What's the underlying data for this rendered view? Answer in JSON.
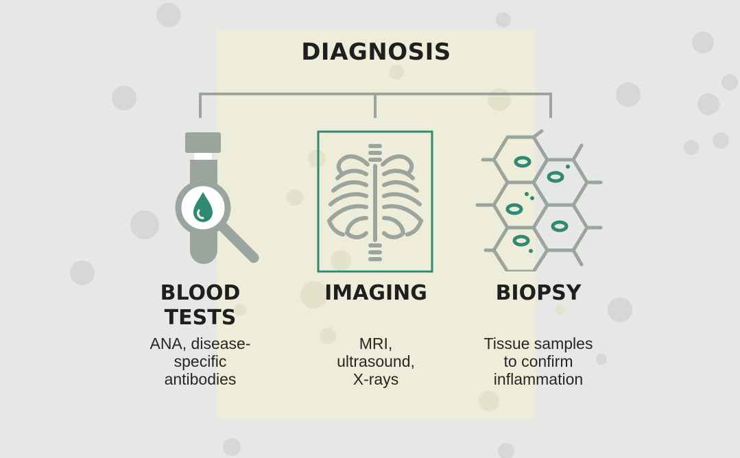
{
  "title": "DIAGNOSIS",
  "colors": {
    "background": "#e7e8e6",
    "panel": "#eeedd9",
    "icon_gray": "#9aa59e",
    "accent_teal": "#2f8a73",
    "text": "#1f1f1f"
  },
  "columns": [
    {
      "title_lines": [
        "BLOOD",
        "TESTS"
      ],
      "desc_lines": [
        "ANA, disease-",
        "specific",
        "antibodies"
      ],
      "icon": "blood-test-tube-magnifier-icon"
    },
    {
      "title_lines": [
        "IMAGING"
      ],
      "desc_lines": [
        "MRI,",
        "ultrasound,",
        "X-rays"
      ],
      "icon": "chest-x-ray-icon"
    },
    {
      "title_lines": [
        "BIOPSY"
      ],
      "desc_lines": [
        "Tissue samples",
        "to confirm",
        "inflammation"
      ],
      "icon": "tissue-cells-icon"
    }
  ]
}
